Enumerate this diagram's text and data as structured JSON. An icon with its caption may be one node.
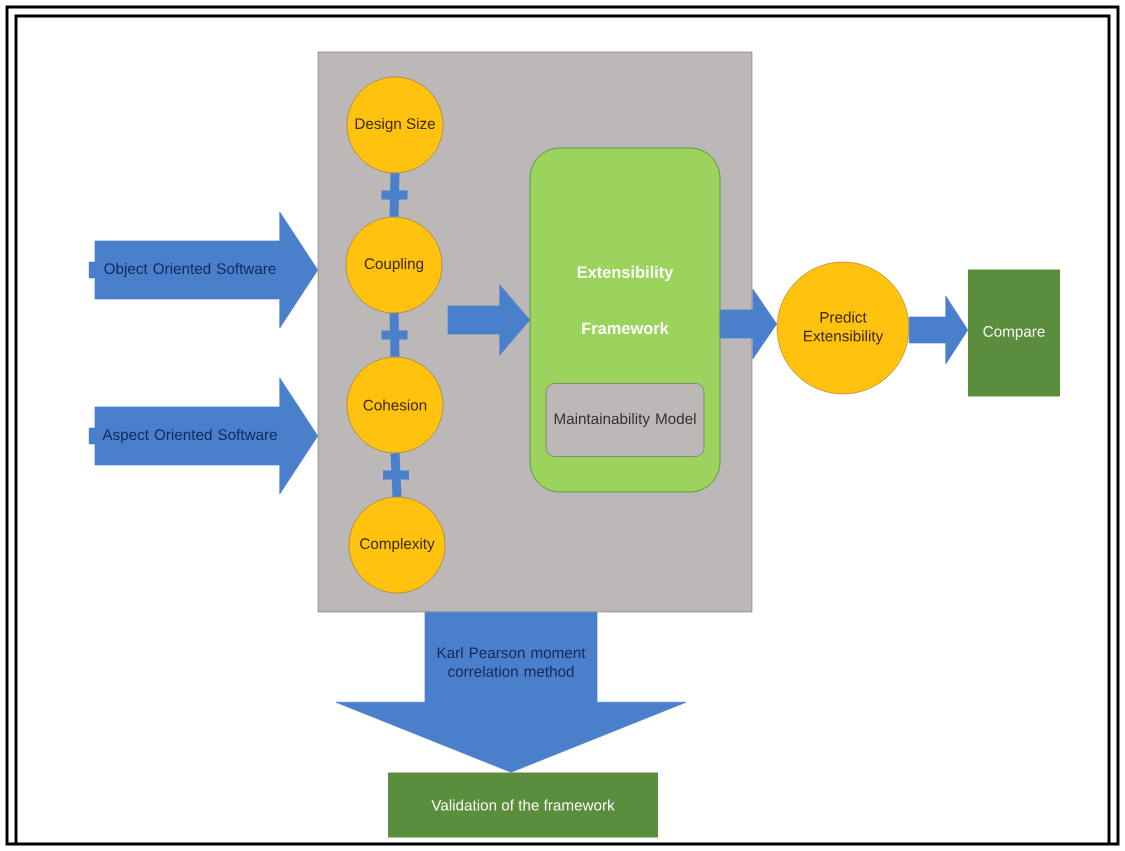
{
  "diagram": {
    "nodes": [
      {
        "text": [],
        "shape": "box"
      },
      {
        "text": [
          "Design Size"
        ],
        "in": 0
      },
      {
        "text": [
          "Coupling"
        ],
        "in": 0
      },
      {
        "text": [
          "Cohesion"
        ],
        "in": 0
      },
      {
        "text": [
          "Complexity"
        ],
        "in": 0
      },
      {
        "text": [
          "Extensibility Framework"
        ],
        "in": 0
      },
      {
        "text": [
          "Maintainability Model"
        ],
        "in": 5
      },
      {
        "text": [
          "Predict Extensibility"
        ]
      },
      {
        "text": [
          "Compare"
        ]
      },
      {
        "text": [
          "Validation of the framework"
        ]
      }
    ],
    "edges": [
      {
        "from": null,
        "to": 0,
        "arrow": "to",
        "label": "Object Oriented Software",
        "style": "thick"
      },
      {
        "from": null,
        "to": 0,
        "arrow": "to",
        "label": "Aspect Oriented Software",
        "style": "thick"
      },
      {
        "from": 1,
        "to": 2,
        "arrow": "none"
      },
      {
        "from": 2,
        "to": 3,
        "arrow": "none"
      },
      {
        "from": 3,
        "to": 4,
        "arrow": "none"
      },
      {
        "from": null,
        "to": 5,
        "arrow": "to"
      },
      {
        "from": 5,
        "to": 7,
        "arrow": "to"
      },
      {
        "from": 7,
        "to": 8,
        "arrow": "to"
      },
      {
        "from": 0,
        "to": 9,
        "arrow": "to",
        "label": "Karl Pearson moment correlation method",
        "style": "thick"
      }
    ]
  }
}
